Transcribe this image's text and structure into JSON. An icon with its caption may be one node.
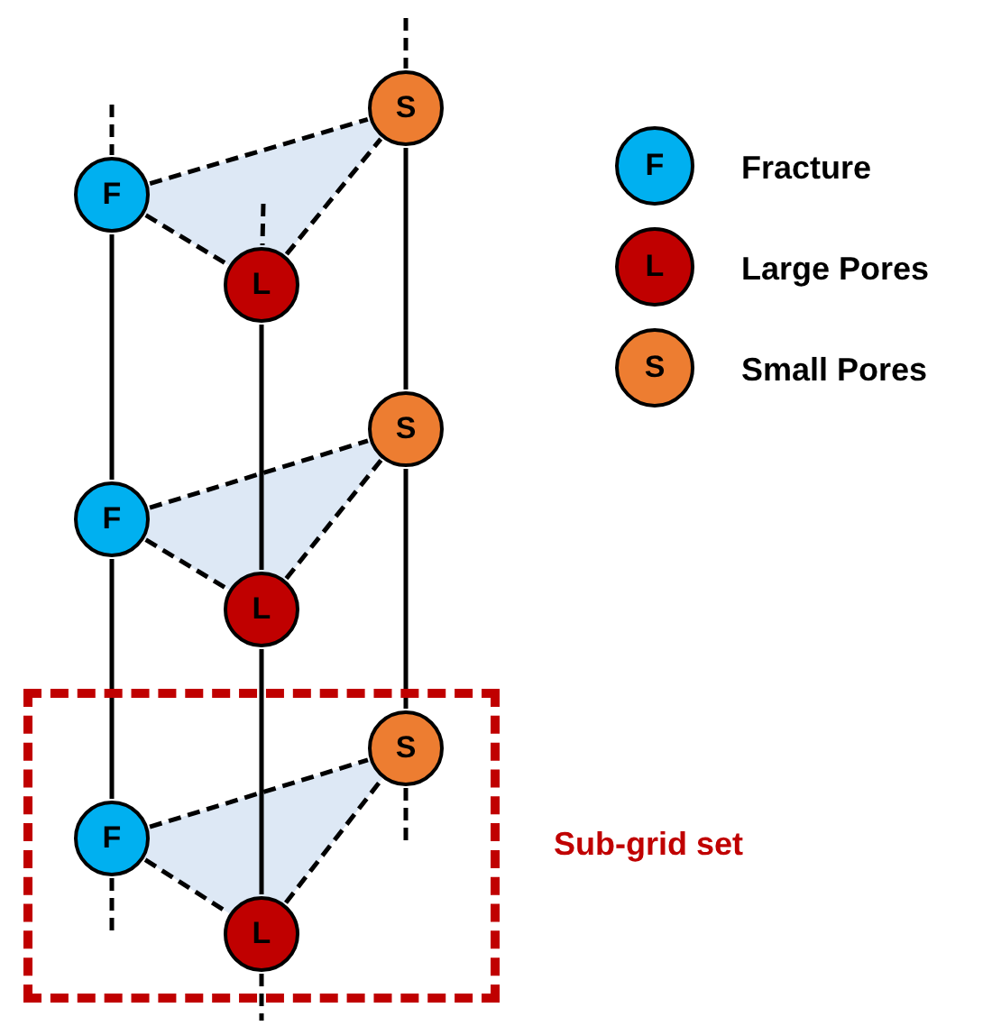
{
  "diagram": {
    "nodes": [
      {
        "text": [
          "S"
        ]
      },
      {
        "text": [
          "F"
        ]
      },
      {
        "text": [
          "L"
        ]
      },
      {
        "text": [
          "S"
        ]
      },
      {
        "text": [
          "F"
        ]
      },
      {
        "text": [
          "L"
        ]
      },
      {
        "text": [],
        "shape": "box",
        "beside": [
          "Sub-grid set"
        ]
      },
      {
        "text": [
          "S"
        ],
        "in": 6
      },
      {
        "text": [
          "F"
        ],
        "in": 6
      },
      {
        "text": [
          "L"
        ],
        "in": 6
      },
      {
        "text": [
          "F"
        ],
        "beside": [
          "Fracture"
        ]
      },
      {
        "text": [
          "L"
        ],
        "beside": [
          "Large Pores"
        ]
      },
      {
        "text": [
          "S"
        ],
        "beside": [
          "Small Pores"
        ]
      }
    ],
    "edges": [
      {
        "from": null,
        "to": 0,
        "arrow": "none",
        "style": "dashed"
      },
      {
        "from": null,
        "to": 1,
        "arrow": "none",
        "style": "dashed"
      },
      {
        "from": null,
        "to": 2,
        "arrow": "none",
        "style": "dashed"
      },
      {
        "from": 1,
        "to": 0,
        "arrow": "none",
        "style": "dashed"
      },
      {
        "from": 1,
        "to": 2,
        "arrow": "none",
        "style": "dashed"
      },
      {
        "from": 2,
        "to": 0,
        "arrow": "none",
        "style": "dashed"
      },
      {
        "from": 0,
        "to": 3,
        "arrow": "none"
      },
      {
        "from": 1,
        "to": 4,
        "arrow": "none"
      },
      {
        "from": 2,
        "to": 5,
        "arrow": "none"
      },
      {
        "from": 4,
        "to": 3,
        "arrow": "none",
        "style": "dashed"
      },
      {
        "from": 4,
        "to": 5,
        "arrow": "none",
        "style": "dashed"
      },
      {
        "from": 5,
        "to": 3,
        "arrow": "none",
        "style": "dashed"
      },
      {
        "from": 3,
        "to": 7,
        "arrow": "none"
      },
      {
        "from": 4,
        "to": 8,
        "arrow": "none"
      },
      {
        "from": 5,
        "to": 9,
        "arrow": "none"
      },
      {
        "from": 8,
        "to": 7,
        "arrow": "none",
        "style": "dashed"
      },
      {
        "from": 8,
        "to": 9,
        "arrow": "none",
        "style": "dashed"
      },
      {
        "from": 9,
        "to": 7,
        "arrow": "none",
        "style": "dashed"
      },
      {
        "from": 7,
        "to": null,
        "arrow": "none",
        "style": "dashed"
      },
      {
        "from": 8,
        "to": null,
        "arrow": "none",
        "style": "dashed"
      },
      {
        "from": 9,
        "to": null,
        "arrow": "none",
        "style": "dashed"
      }
    ]
  }
}
